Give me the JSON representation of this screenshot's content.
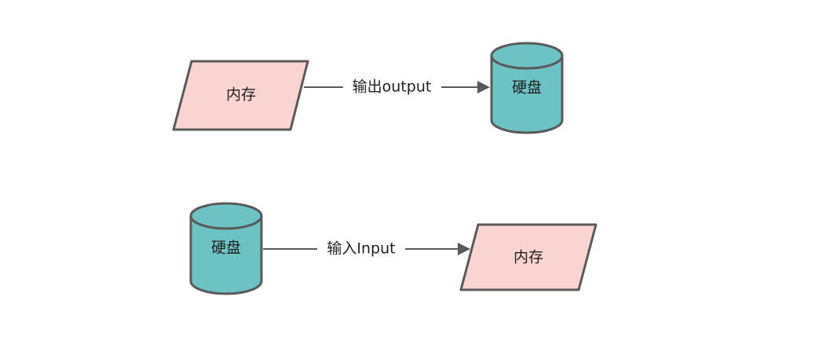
{
  "output_flow": {
    "source_node": "内存",
    "edge_label": "输出output",
    "target_node": "硬盘"
  },
  "input_flow": {
    "source_node": "硬盘",
    "edge_label": "输入Input",
    "target_node": "内存"
  },
  "colors": {
    "memory_fill": "#fad4d1",
    "disk_fill": "#6dc3c4",
    "stroke": "#5a5a5a",
    "connector": "#595959",
    "text": "#1f1f1f"
  },
  "icons": {
    "memory_shape": "parallelogram",
    "disk_shape": "cylinder"
  }
}
